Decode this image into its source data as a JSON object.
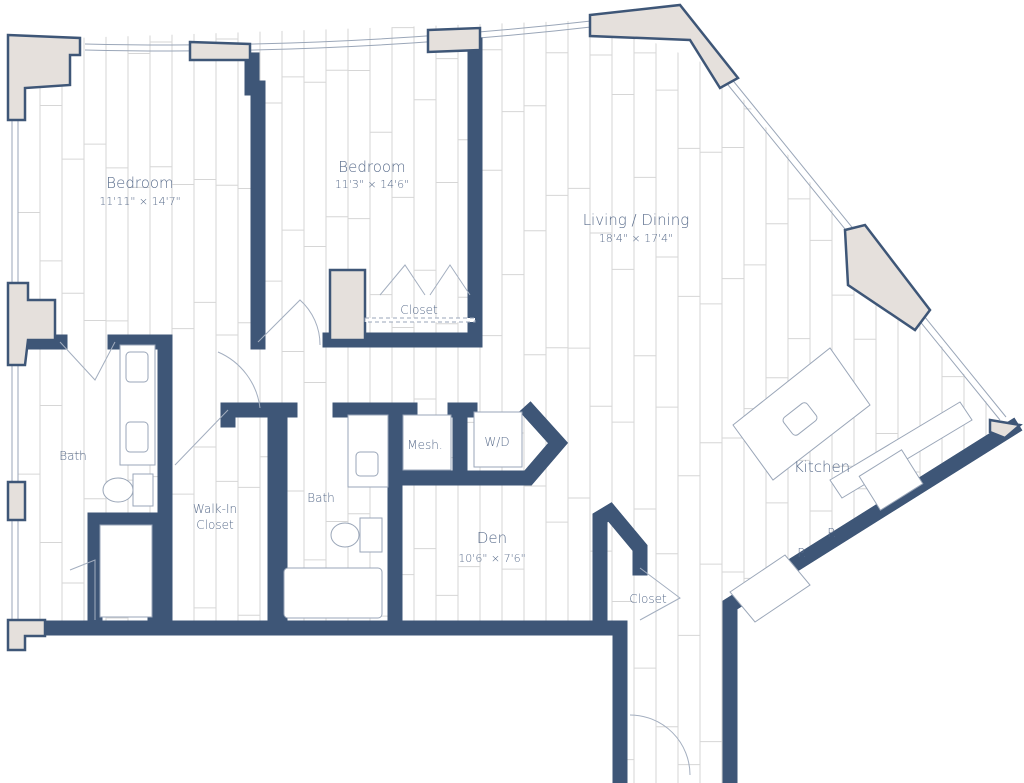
{
  "rooms": {
    "bedroom1": {
      "name": "Bedroom",
      "dims": "11'11\" × 14'7\""
    },
    "bedroom2": {
      "name": "Bedroom",
      "dims": "11'3\" × 14'6\""
    },
    "living": {
      "name": "Living / Dining",
      "dims": "18'4\" × 17'4\""
    },
    "den": {
      "name": "Den",
      "dims": "10'6\" × 7'6\""
    },
    "kitchen": {
      "name": "Kitchen"
    },
    "bath1": {
      "name": "Bath"
    },
    "bath2": {
      "name": "Bath"
    },
    "walkin": {
      "line1": "Walk-In",
      "line2": "Closet"
    },
    "closet1": {
      "name": "Closet"
    },
    "closet2": {
      "name": "Closet"
    },
    "mesh": {
      "name": "Mesh."
    },
    "wd": {
      "name": "W/D"
    },
    "pantry1": {
      "name": "P."
    },
    "pantry2": {
      "name": "P."
    }
  },
  "colors": {
    "wall_stroke": "#3e5677",
    "wall_fill": "#e5e0dc",
    "text": "#5a6d8c"
  }
}
